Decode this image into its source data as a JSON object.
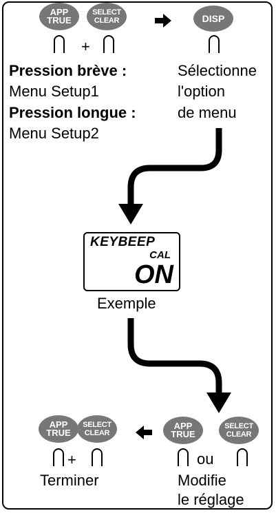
{
  "buttons": {
    "app_true": [
      "APP",
      "TRUE"
    ],
    "select_clear": [
      "SELECT",
      "CLEAR"
    ],
    "disp": "DISP"
  },
  "symbols": {
    "plus": "+",
    "or": "ou"
  },
  "left_text": {
    "short_press_label": "Pression brève :",
    "short_press_value": "Menu Setup1",
    "long_press_label": "Pression longue :",
    "long_press_value": "Menu Setup2"
  },
  "right_text": {
    "line1": "Sélectionne",
    "line2": "l'option",
    "line3": "de menu"
  },
  "display": {
    "line1": "KEYBEEP",
    "line2": "CAL",
    "value": "ON",
    "caption": "Exemple"
  },
  "bottom": {
    "finish": "Terminer",
    "modify_line1": "Modifie",
    "modify_line2": "le réglage"
  },
  "colors": {
    "button": "#777777",
    "line": "#000000"
  }
}
